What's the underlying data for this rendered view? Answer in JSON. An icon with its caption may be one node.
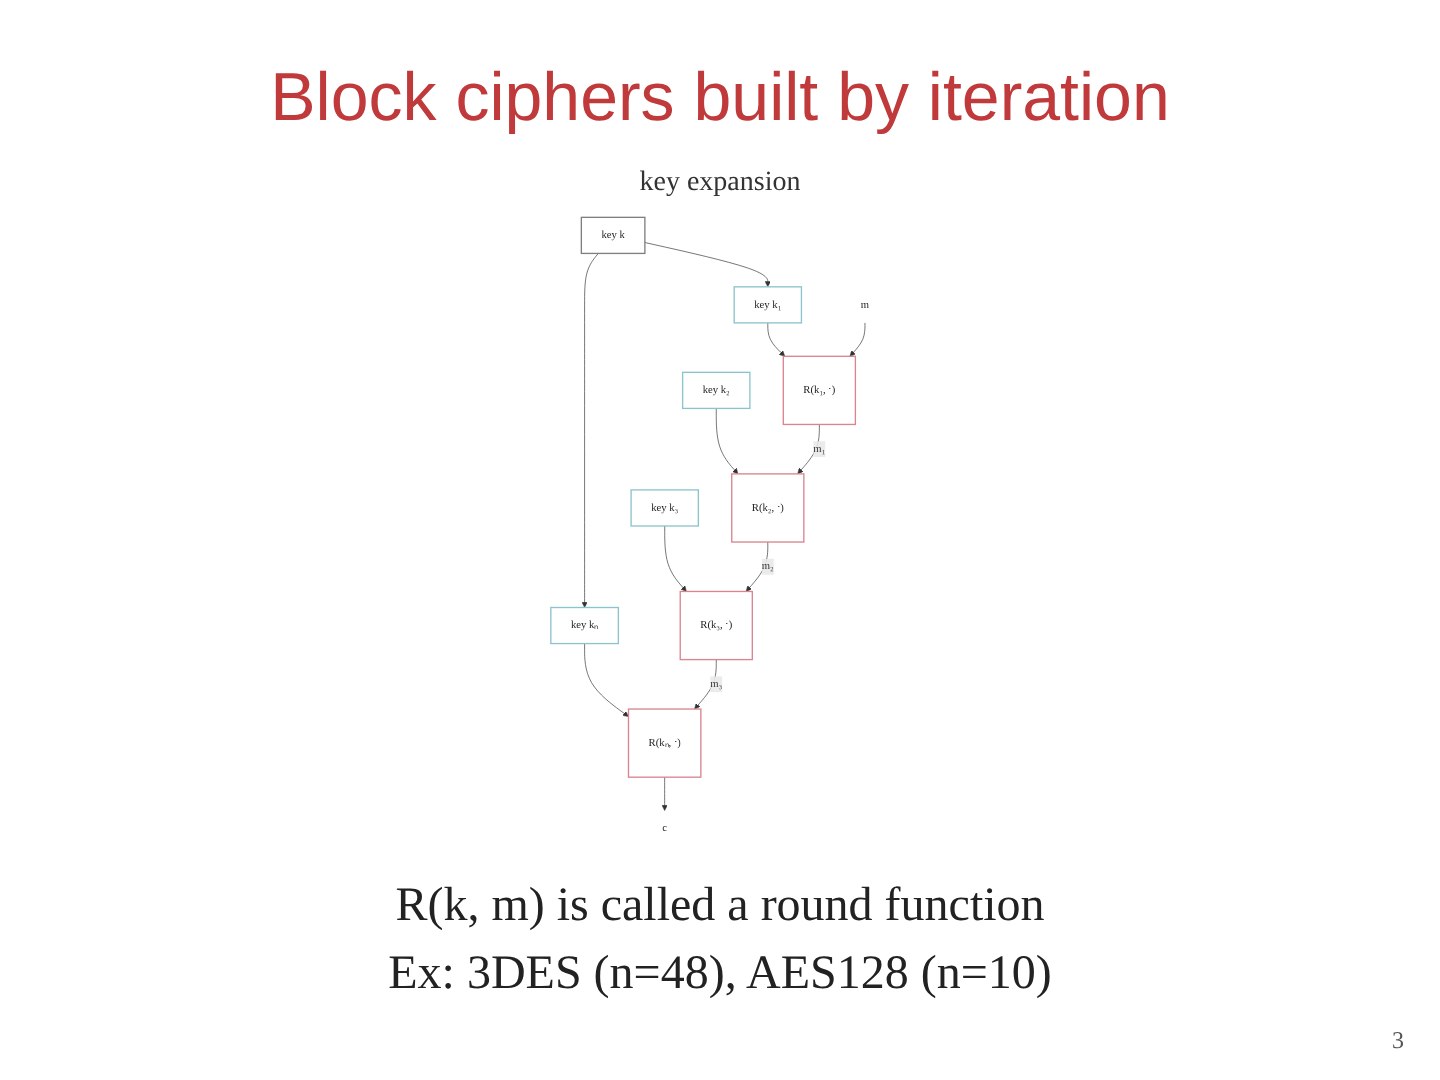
{
  "diagram": {
    "title": "Block ciphers built by iteration",
    "nodes": [
      {
        "text": [
          "key k"
        ]
      },
      {
        "text": [
          "key k₁"
        ]
      },
      {
        "text": [
          "key k₂"
        ]
      },
      {
        "text": [
          "key k₃"
        ]
      },
      {
        "text": [
          "key kₙ"
        ]
      },
      {
        "text": [
          "m"
        ]
      },
      {
        "text": [
          "R(k₁, ⋅)"
        ]
      },
      {
        "text": [
          "R(k₂, ⋅)"
        ]
      },
      {
        "text": [
          "R(k₃, ⋅)"
        ]
      },
      {
        "text": [
          "R(kₙ, ⋅)"
        ]
      },
      {
        "text": [
          "c"
        ]
      }
    ],
    "edges": [
      {
        "from": 0,
        "to": 1,
        "arrow": "to"
      },
      {
        "from": 0,
        "to": 4,
        "arrow": "to"
      },
      {
        "from": 1,
        "to": 6,
        "arrow": "to"
      },
      {
        "from": 2,
        "to": 7,
        "arrow": "to"
      },
      {
        "from": 3,
        "to": 8,
        "arrow": "to"
      },
      {
        "from": 4,
        "to": 9,
        "arrow": "to"
      },
      {
        "from": 5,
        "to": 6,
        "arrow": "to"
      },
      {
        "from": 6,
        "to": 7,
        "label": "m₁",
        "arrow": "to"
      },
      {
        "from": 7,
        "to": 8,
        "label": "m₂",
        "arrow": "to"
      },
      {
        "from": 8,
        "to": 9,
        "label": "m₃",
        "arrow": "to"
      },
      {
        "from": 9,
        "to": 10,
        "arrow": "to"
      }
    ],
    "labels": [
      "key expansion",
      "R(k, m) is called a round function",
      "Ex: 3DES (n=48), AES128 (n=10)",
      "3"
    ]
  }
}
